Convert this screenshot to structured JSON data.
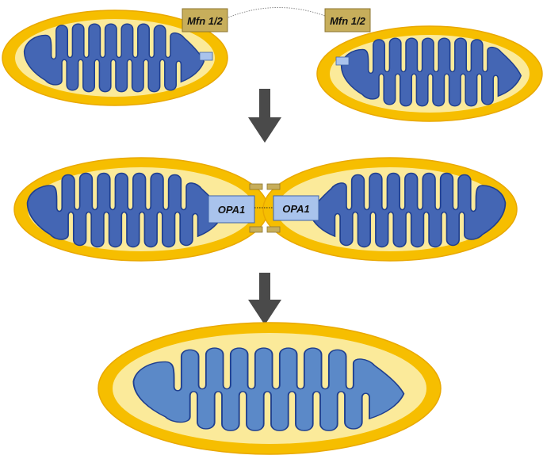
{
  "labels": {
    "mfn_left": "Mfn 1/2",
    "mfn_right": "Mfn 1/2",
    "opa_left": "OPA1",
    "opa_right": "OPA1"
  },
  "colors": {
    "outer_membrane": "#F6BE00",
    "outer_membrane_edge": "#E9A800",
    "intermembrane": "#FBEA9A",
    "matrix_dark": "#4466B4",
    "matrix_light": "#5B89C8",
    "matrix_edge": "#1F3F8F",
    "mfn_box": "#C7AE5B",
    "mfn_box_edge": "#8C7530",
    "opa_box": "#A9C3EC",
    "opa_box_edge": "#3E63A8",
    "arrow": "#4A4A4A",
    "tether": "#888888"
  },
  "icons": {
    "step_arrow": "arrow-down-icon"
  }
}
